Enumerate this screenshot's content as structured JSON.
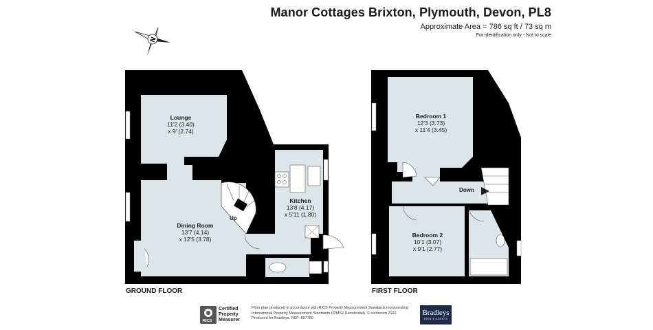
{
  "header": {
    "title": "Manor Cottages Brixton, Plymouth, Devon, PL8",
    "area": "Approximate Area = 786 sq ft / 73 sq m",
    "note": "For identification only - Not to scale"
  },
  "compass": {
    "icon": "compass-icon",
    "letter": "N"
  },
  "ground_floor": {
    "label": "GROUND FLOOR",
    "rooms": [
      {
        "name": "Lounge",
        "dim1": "11'2 (3.40)",
        "dim2": "x 9' (2.74)"
      },
      {
        "name": "Dining Room",
        "dim1": "13'7 (4.14)",
        "dim2": "x 12'5 (3.78)"
      },
      {
        "name": "Kitchen",
        "dim1": "13'8 (4.17)",
        "dim2": "x 5'11 (1.80)"
      }
    ],
    "stair_label": "Up"
  },
  "first_floor": {
    "label": "FIRST FLOOR",
    "rooms": [
      {
        "name": "Bedroom 1",
        "dim1": "12'3 (3.73)",
        "dim2": "x 11'4 (3.45)"
      },
      {
        "name": "Bedroom 2",
        "dim1": "10'1 (3.07)",
        "dim2": "x 9'1 (2.77)"
      }
    ],
    "stair_label": "Down"
  },
  "footer": {
    "rics_logo": "RICS",
    "rics_line1": "Certified",
    "rics_line2": "Property",
    "rics_line3": "Measurer",
    "note_line1": "Floor plan produced in accordance with RICS Property Measurement Standards incorporating",
    "note_line2": "International Property Measurement Standards (IPMS2 Residential).  © nichecom 2022.",
    "note_line3": "Produced for Bradleys.    REF:  887780",
    "brand": "Bradleys",
    "brand_sub": "ESTATE AGENTS"
  },
  "colors": {
    "wall": "#000000",
    "floor": "#dce6ea",
    "brand": "#1c2b4a"
  }
}
